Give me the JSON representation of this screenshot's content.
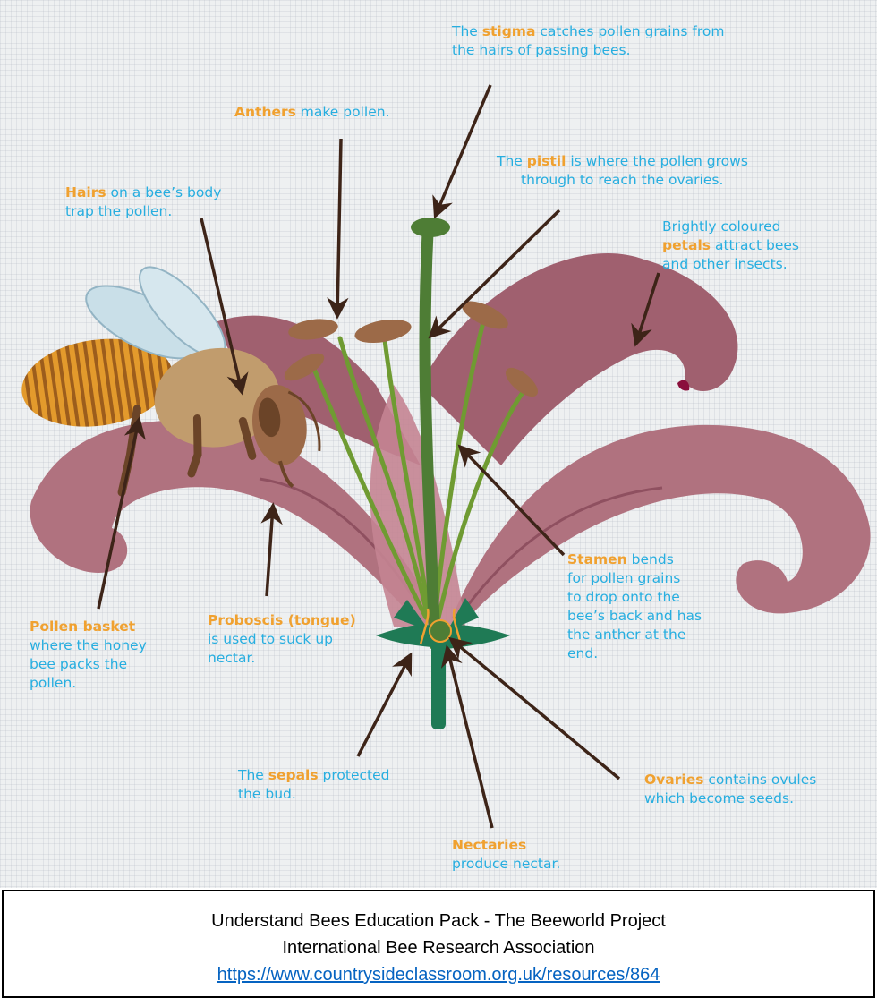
{
  "labels": {
    "stigma": {
      "keyword": "stigma",
      "before": "The ",
      "after": " catches pollen grains from",
      "line2": "the hairs of passing bees."
    },
    "anthers": {
      "keyword": "Anthers",
      "after": " make pollen."
    },
    "pistil": {
      "keyword": "pistil",
      "before": "The ",
      "after": " is where the pollen grows",
      "line2": "through to reach the ovaries."
    },
    "hairs": {
      "keyword": "Hairs",
      "after": " on a bee’s body",
      "line2": "trap the pollen."
    },
    "petals": {
      "line1": "Brightly coloured",
      "keyword": "petals",
      "after": " attract bees",
      "line3": "and other insects."
    },
    "stamen": {
      "keyword": "Stamen",
      "after": " bends",
      "line2": "for pollen grains",
      "line3": "to drop onto the",
      "line4": "bee’s back and has",
      "line5": "the anther at the",
      "line6": "end."
    },
    "pollen_basket": {
      "keyword": "Pollen basket",
      "line2": "where the honey",
      "line3": "bee packs the",
      "line4": "pollen."
    },
    "proboscis": {
      "keyword": "Proboscis (tongue)",
      "line2": "is used to suck up",
      "line3": "nectar."
    },
    "sepals": {
      "before": "The ",
      "keyword": "sepals",
      "after": " protected",
      "line2": "the bud."
    },
    "ovaries": {
      "keyword": "Ovaries",
      "after": " contains ovules",
      "line2": "which become seeds."
    },
    "nectaries": {
      "keyword": "Nectaries",
      "line2": "produce nectar."
    }
  },
  "credit": {
    "line1": "Understand Bees Education Pack - The Beeworld Project",
    "line2": "International Bee Research Association",
    "link": "https://www.countrysideclassroom.org.uk/resources/864"
  },
  "colors": {
    "label_text": "#27aee0",
    "keyword": "#f0a130",
    "petal": "#b0727f",
    "stem": "#4e7d35",
    "arrow": "#3d2418"
  }
}
